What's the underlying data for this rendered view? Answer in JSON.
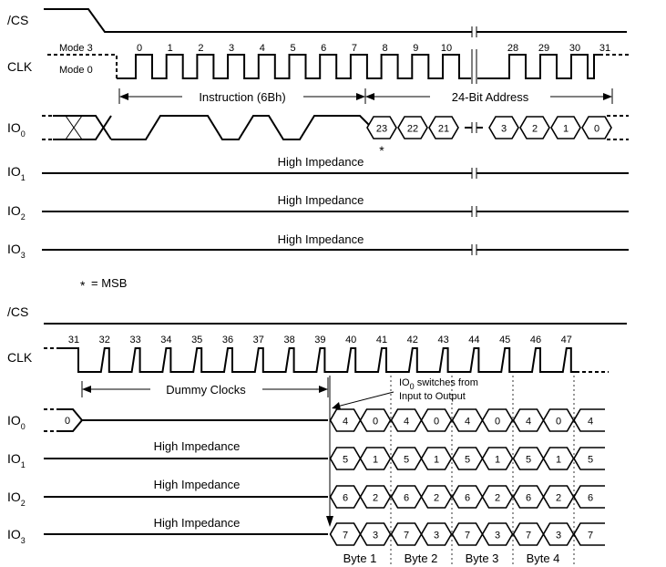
{
  "top": {
    "cs_label": "/CS",
    "clk_label": "CLK",
    "mode3_label": "Mode 3",
    "mode0_label": "Mode 0",
    "io_labels": [
      {
        "base": "IO",
        "sub": "0"
      },
      {
        "base": "IO",
        "sub": "1"
      },
      {
        "base": "IO",
        "sub": "2"
      },
      {
        "base": "IO",
        "sub": "3"
      }
    ],
    "clock_numbers": [
      "0",
      "1",
      "2",
      "3",
      "4",
      "5",
      "6",
      "7",
      "8",
      "9",
      "10",
      "28",
      "29",
      "30",
      "31"
    ],
    "instruction_label": "Instruction (6Bh)",
    "address_label": "24-Bit Address",
    "io0_address_bits": [
      "23",
      "22",
      "21",
      "3",
      "2",
      "1",
      "0"
    ],
    "msb_marker": "*",
    "high_impedance": [
      "High Impedance",
      "High Impedance",
      "High Impedance"
    ]
  },
  "legend": {
    "star": "*",
    "text": "= MSB"
  },
  "bottom": {
    "cs_label": "/CS",
    "clk_label": "CLK",
    "io_labels": [
      {
        "base": "IO",
        "sub": "0"
      },
      {
        "base": "IO",
        "sub": "1"
      },
      {
        "base": "IO",
        "sub": "2"
      },
      {
        "base": "IO",
        "sub": "3"
      }
    ],
    "clock_numbers": [
      "31",
      "32",
      "33",
      "34",
      "35",
      "36",
      "37",
      "38",
      "39",
      "40",
      "41",
      "42",
      "43",
      "44",
      "45",
      "46",
      "47"
    ],
    "dummy_label": "Dummy Clocks",
    "io0_switch_note": {
      "line1_base": "IO",
      "line1_sub": "0",
      "line1_rest": " switches from",
      "line2": "Input to Output"
    },
    "io0_pre_value": "0",
    "data_rows": [
      [
        "4",
        "0",
        "4",
        "0",
        "4",
        "0",
        "4",
        "0",
        "4"
      ],
      [
        "5",
        "1",
        "5",
        "1",
        "5",
        "1",
        "5",
        "1",
        "5"
      ],
      [
        "6",
        "2",
        "6",
        "2",
        "6",
        "2",
        "6",
        "2",
        "6"
      ],
      [
        "7",
        "3",
        "7",
        "3",
        "7",
        "3",
        "7",
        "3",
        "7"
      ]
    ],
    "high_impedance": [
      "High Impedance",
      "High Impedance",
      "High Impedance"
    ],
    "bytes": [
      "Byte 1",
      "Byte 2",
      "Byte 3",
      "Byte 4"
    ]
  }
}
